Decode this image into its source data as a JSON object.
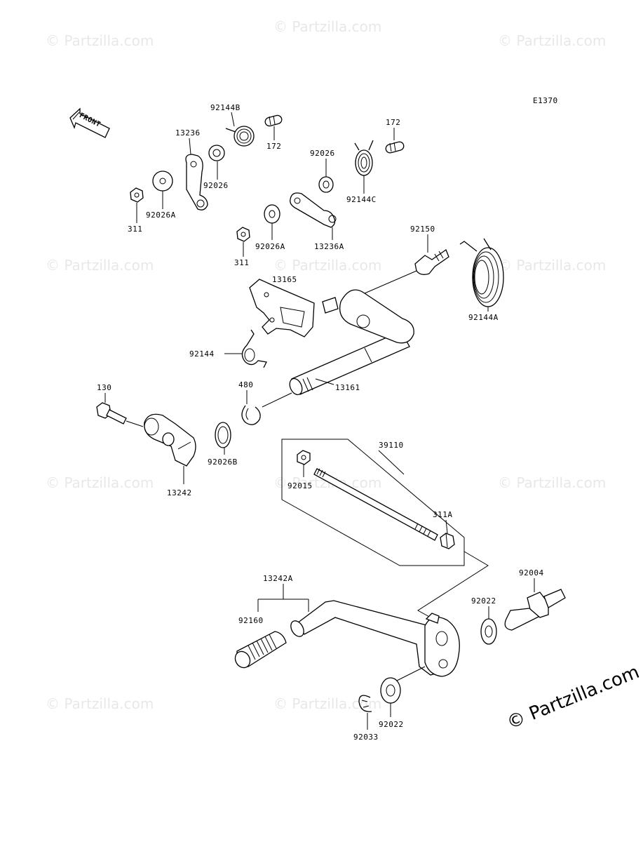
{
  "diagram_code": "E1370",
  "front_label": "FRONT",
  "watermark_text": "© Partzilla.com",
  "brand_watermark": "© Partzilla.com",
  "labels": {
    "p92144B": "92144B",
    "p172_a": "172",
    "p13236": "13236",
    "p92026_a": "92026",
    "p92026A_a": "92026A",
    "p311_a": "311",
    "p172_b": "172",
    "p92026_b": "92026",
    "p92144C": "92144C",
    "p92026A_b": "92026A",
    "p13236A": "13236A",
    "p311_b": "311",
    "p92150": "92150",
    "p92144A": "92144A",
    "p13165": "13165",
    "p92144": "92144",
    "p130": "130",
    "p480": "480",
    "p13161": "13161",
    "p13242": "13242",
    "p92026B": "92026B",
    "p39110": "39110",
    "p92015": "92015",
    "p311A": "311A",
    "p13242A": "13242A",
    "p92004": "92004",
    "p92160": "92160",
    "p92022_a": "92022",
    "p92022_b": "92022",
    "p92033": "92033"
  }
}
